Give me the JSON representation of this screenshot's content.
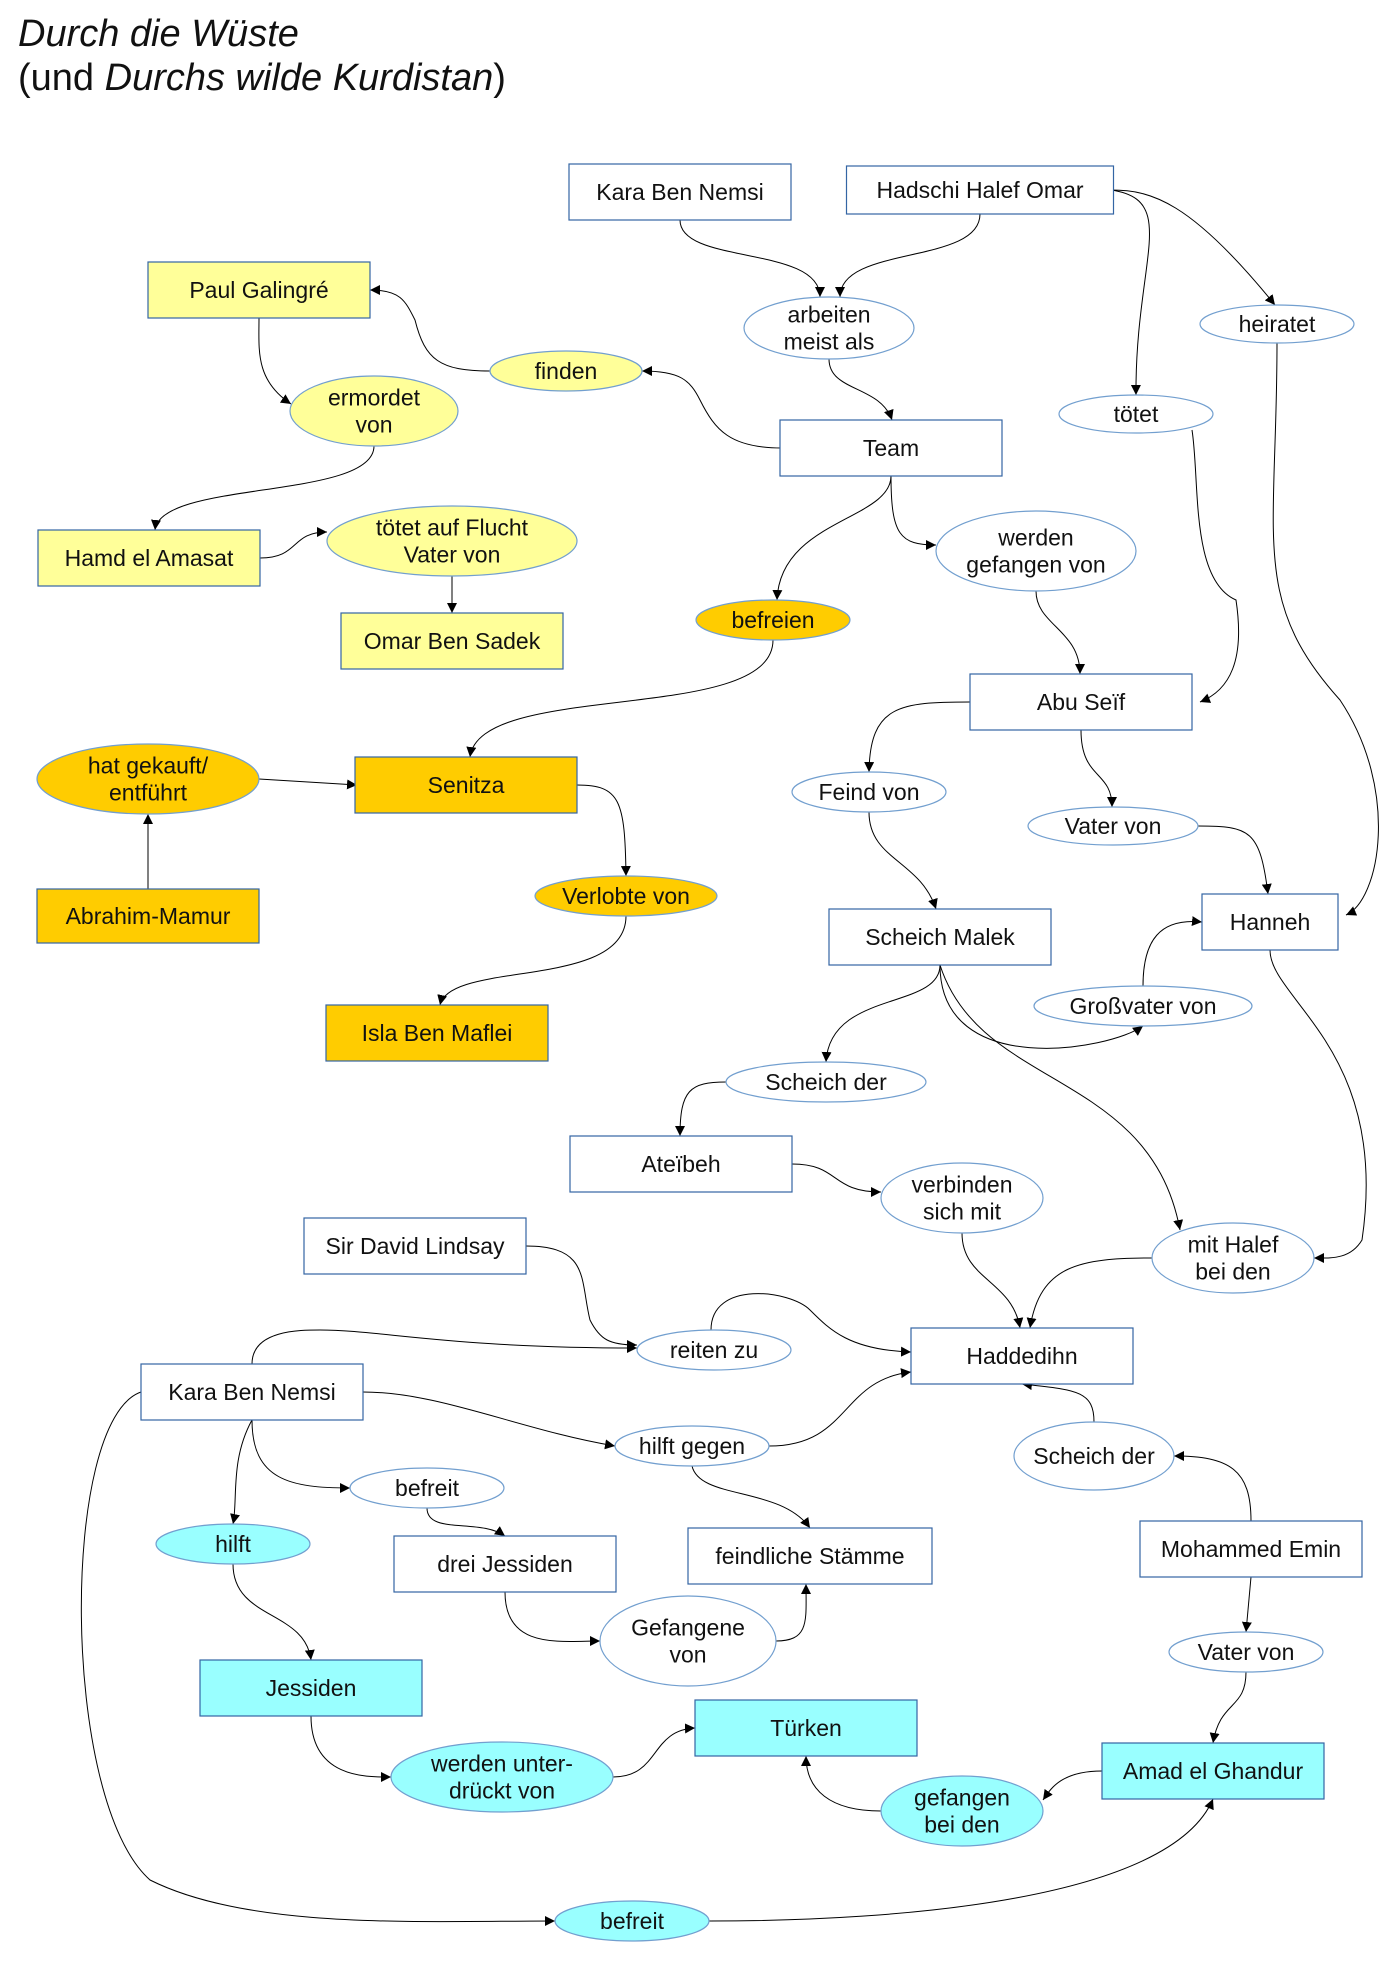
{
  "title": {
    "line1": "Durch die Wüste",
    "line2_pre": "(und ",
    "line2_italic": "Durchs wilde Kurdistan",
    "line2_post": ")"
  },
  "colors": {
    "white_fill": "#ffffff",
    "yellow_fill": "#ffff99",
    "orange_fill": "#ffcc00",
    "cyan_fill": "#99ffff",
    "box_stroke": "#3465a4",
    "ellipse_stroke": "#729fcf",
    "edge": "#000000"
  },
  "nodes": {
    "kara1": {
      "text": "Kara Ben Nemsi"
    },
    "halef": {
      "text": "Hadschi Halef Omar"
    },
    "arbeiten": {
      "text": "arbeiten\nmeist als"
    },
    "heiratet": {
      "text": "heiratet"
    },
    "paul": {
      "text": "Paul Galingré"
    },
    "finden": {
      "text": "finden"
    },
    "team": {
      "text": "Team"
    },
    "toetet": {
      "text": "tötet"
    },
    "ermordet": {
      "text": "ermordet\nvon"
    },
    "hamd": {
      "text": "Hamd el Amasat"
    },
    "toetetFlucht": {
      "text": "tötet auf Flucht\nVater von"
    },
    "werdenGef": {
      "text": "werden\ngefangen von"
    },
    "omar": {
      "text": "Omar Ben Sadek"
    },
    "befreien": {
      "text": "befreien"
    },
    "abuseif": {
      "text": "Abu Seïf"
    },
    "hatgekauft": {
      "text": "hat gekauft/\nentführt"
    },
    "senitza": {
      "text": "Senitza"
    },
    "feindvon": {
      "text": "Feind von"
    },
    "vatervon1": {
      "text": "Vater von"
    },
    "abrahim": {
      "text": "Abrahim-Mamur"
    },
    "verlobte": {
      "text": "Verlobte von"
    },
    "hanneh": {
      "text": "Hanneh"
    },
    "malek": {
      "text": "Scheich Malek"
    },
    "grossvater": {
      "text": "Großvater von"
    },
    "isla": {
      "text": "Isla Ben Maflei"
    },
    "scheichder1": {
      "text": "Scheich der"
    },
    "ateibeh": {
      "text": "Ateïbeh"
    },
    "verbinden": {
      "text": "verbinden\nsich mit"
    },
    "lindsay": {
      "text": "Sir David Lindsay"
    },
    "mithalef": {
      "text": "mit Halef\nbei den"
    },
    "reitenzu": {
      "text": "reiten zu"
    },
    "haddedihn": {
      "text": "Haddedihn"
    },
    "kara2": {
      "text": "Kara Ben Nemsi"
    },
    "hilftgegen": {
      "text": "hilft gegen"
    },
    "scheichder2": {
      "text": "Scheich der"
    },
    "befreit1": {
      "text": "befreit"
    },
    "hilft": {
      "text": "hilft"
    },
    "dreij": {
      "text": "drei Jessiden"
    },
    "feindl": {
      "text": "feindliche Stämme"
    },
    "mohammed": {
      "text": "Mohammed Emin"
    },
    "gefangene": {
      "text": "Gefangene\nvon"
    },
    "jessiden": {
      "text": "Jessiden"
    },
    "vatervon2": {
      "text": "Vater von"
    },
    "tuerken": {
      "text": "Türken"
    },
    "werdenunter": {
      "text": "werden unter-\ndrückt von"
    },
    "amad": {
      "text": "Amad el Ghandur"
    },
    "gefbeiden": {
      "text": "gefangen\nbei den"
    },
    "befreit2": {
      "text": "befreit"
    }
  }
}
